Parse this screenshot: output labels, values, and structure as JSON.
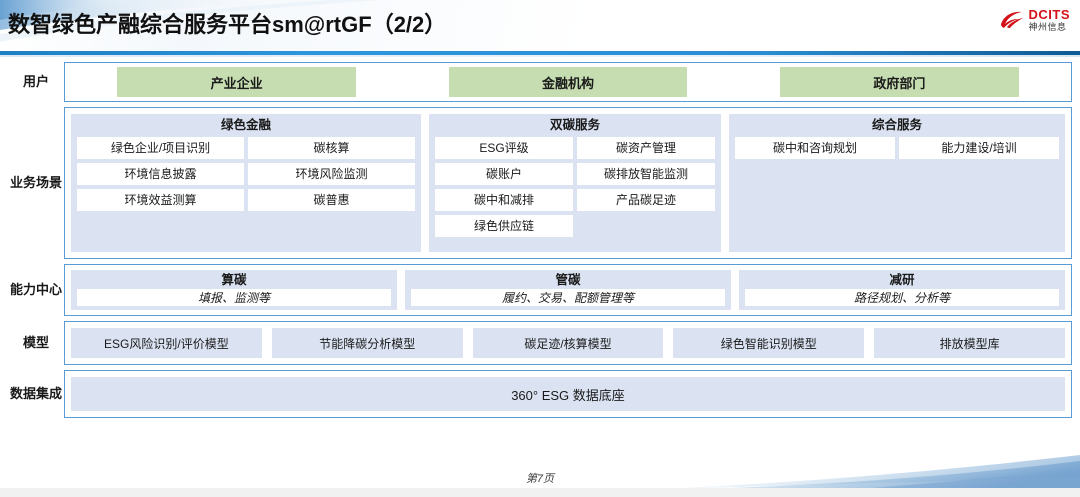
{
  "header": {
    "title": "数智绿色产融综合服务平台sm@rtGF（2/2）",
    "logo": {
      "mark": "dcits-swoosh-icon",
      "main": "DCITS",
      "sub": "神州信息",
      "color": "#d3121a"
    }
  },
  "colors": {
    "accent_line": "#2b8ed4",
    "panel_fill": "#dbe3f3",
    "user_fill": "#c6ddb1",
    "frame_border": "#5b9bd5"
  },
  "rows": {
    "user": {
      "label": "用户",
      "items": [
        "产业企业",
        "金融机构",
        "政府部门"
      ]
    },
    "business": {
      "label": "业务场景",
      "groups": [
        {
          "title": "绿色金融",
          "items": [
            "绿色企业/项目识别",
            "碳核算",
            "环境信息披露",
            "环境风险监测",
            "环境效益测算",
            "碳普惠"
          ]
        },
        {
          "title": "双碳服务",
          "items": [
            "ESG评级",
            "碳资产管理",
            "碳账户",
            "碳排放智能监测",
            "碳中和减排",
            "产品碳足迹",
            "绿色供应链"
          ]
        },
        {
          "title": "综合服务",
          "items": [
            "碳中和咨询规划",
            "能力建设/培训"
          ]
        }
      ]
    },
    "capability": {
      "label": "能力中心",
      "groups": [
        {
          "title": "算碳",
          "subtitle": "填报、监测等"
        },
        {
          "title": "管碳",
          "subtitle": "履约、交易、配额管理等"
        },
        {
          "title": "减研",
          "subtitle": "路径规划、分析等"
        }
      ]
    },
    "model": {
      "label": "模型",
      "items": [
        "ESG风险识别/评价模型",
        "节能降碳分析模型",
        "碳足迹/核算模型",
        "绿色智能识别模型",
        "排放模型库"
      ]
    },
    "data": {
      "label": "数据集成",
      "items": [
        "360° ESG 数据底座"
      ]
    }
  },
  "footer": {
    "page_label": "第7页"
  }
}
